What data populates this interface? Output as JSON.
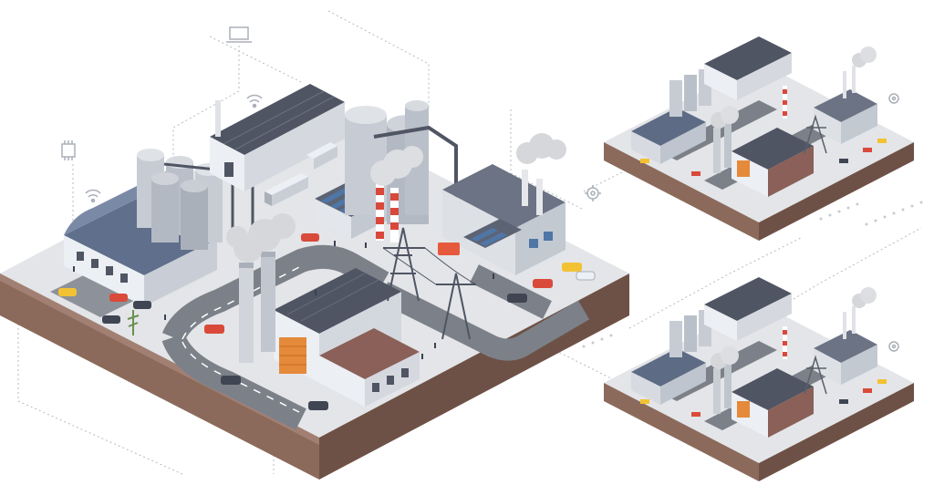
{
  "palette": {
    "ground_top": "#e3e5e8",
    "ground_left": "#8b6a5c",
    "ground_right": "#6e5146",
    "road": "#7c8189",
    "road_line": "#ffffff",
    "wall_light": "#eceff3",
    "wall_mid": "#c7ccd4",
    "roof_dark": "#4f5563",
    "roof_blue": "#7a8aa6",
    "brick": "#8a6058",
    "accent_red": "#d9483b",
    "accent_orange": "#e48a3a",
    "glass": "#4f76a6",
    "smoke": "#d5d7db",
    "network_line": "#b6bac1",
    "car_red": "#d94a3a",
    "car_yellow": "#f2c233",
    "car_dark": "#404553"
  },
  "icons": [
    "laptop-icon",
    "wifi-icon",
    "chip-icon",
    "gear-icon",
    "power-pylon-icon",
    "smokestack-icon"
  ],
  "islands": [
    {
      "id": "main-industrial-island"
    },
    {
      "id": "mini-industrial-island-top"
    },
    {
      "id": "mini-industrial-island-bottom"
    }
  ]
}
